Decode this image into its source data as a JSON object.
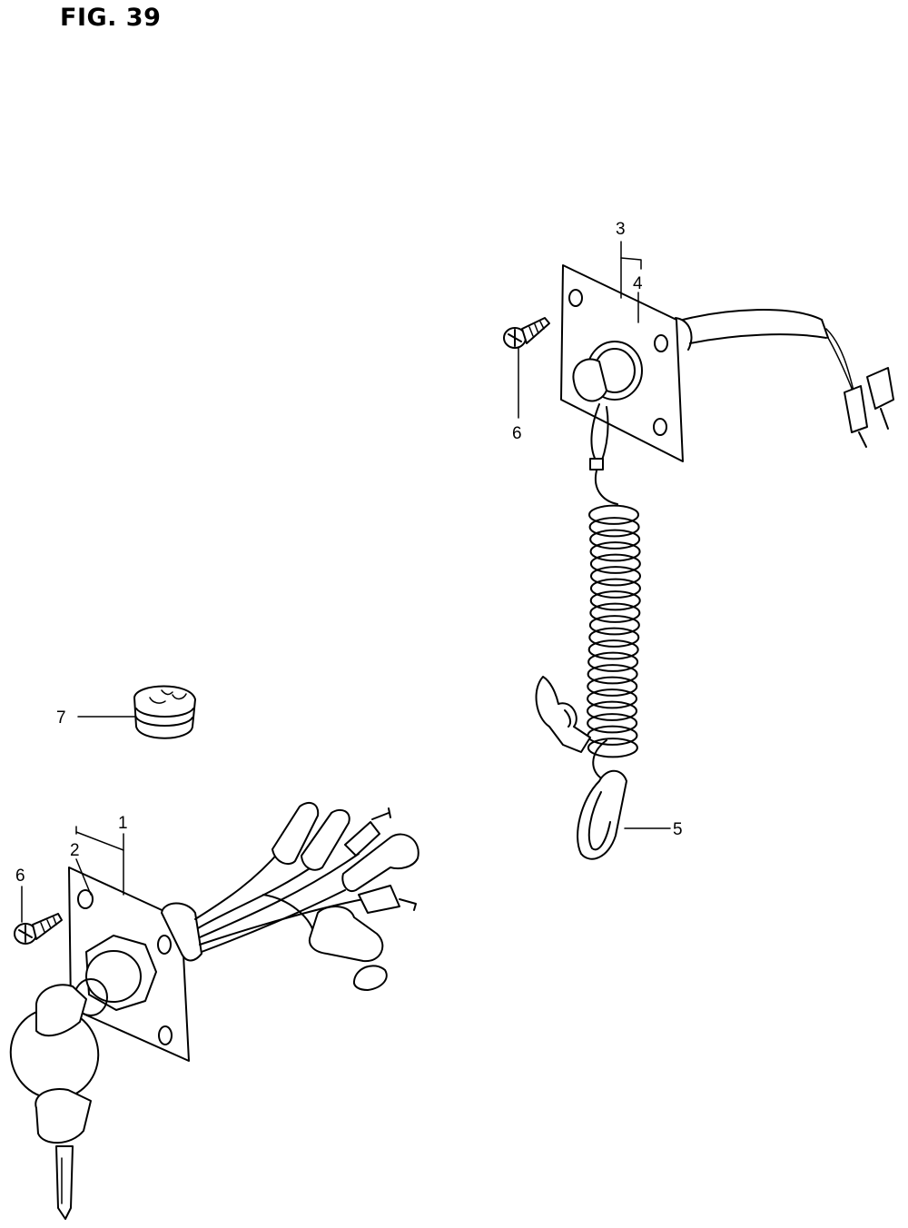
{
  "figure": {
    "title": "FIG. 39"
  },
  "callouts": {
    "c1": "1",
    "c2": "2",
    "c3": "3",
    "c4": "4",
    "c5": "5",
    "c6_top": "6",
    "c6_bottom": "6",
    "c7": "7"
  }
}
